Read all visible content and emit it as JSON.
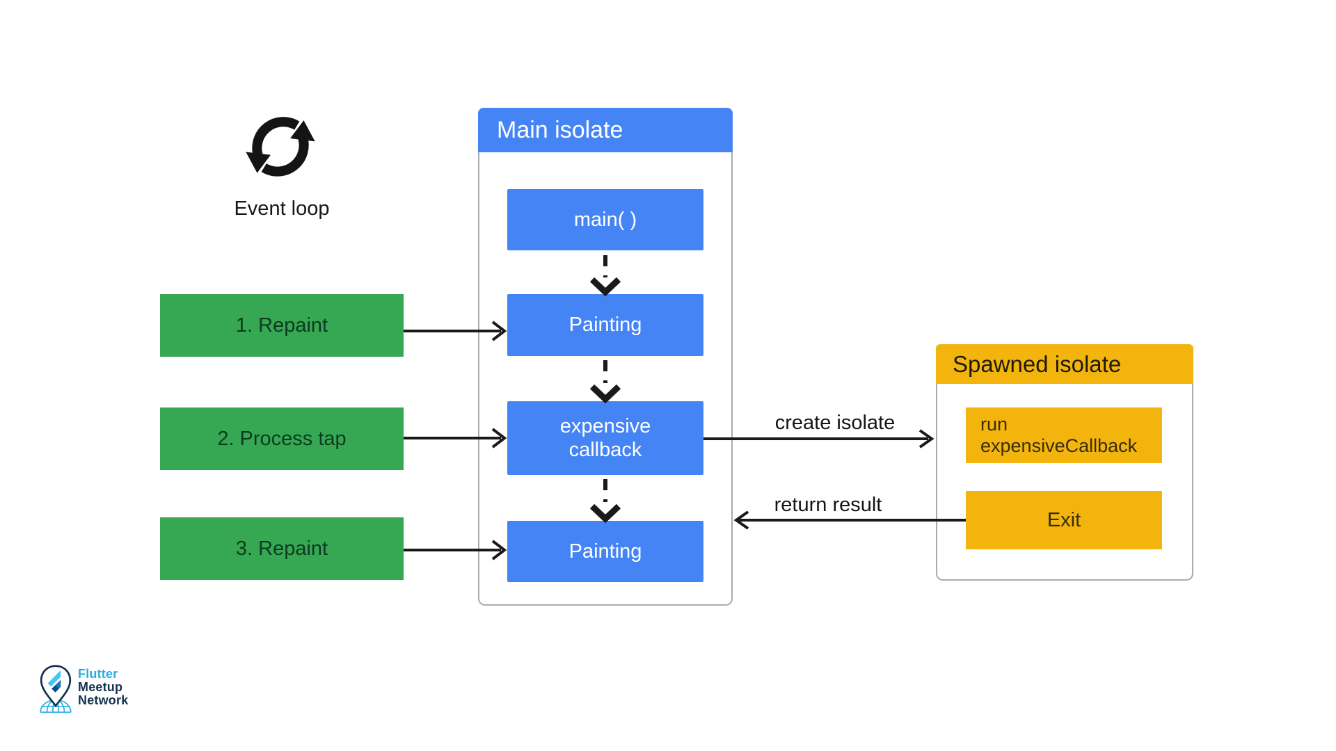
{
  "colors": {
    "blue": "#4584F4",
    "green": "#36A854",
    "amber": "#F3B40E",
    "green_text": "#0D3A1E",
    "amber_text": "#3A2D04",
    "frame_border": "#A8ACB0",
    "arrow": "#1A1A1A",
    "logo_light_blue": "#29ABE2",
    "logo_navy": "#16324F"
  },
  "event_loop": {
    "icon": "loop-icon",
    "label": "Event loop"
  },
  "event_queue": {
    "items": [
      {
        "label": "1. Repaint"
      },
      {
        "label": "2. Process tap"
      },
      {
        "label": "3. Repaint"
      }
    ]
  },
  "main_isolate": {
    "title": "Main isolate",
    "steps": [
      {
        "label": "main( )"
      },
      {
        "label": "Painting"
      },
      {
        "label": "expensive\ncallback"
      },
      {
        "label": "Painting"
      }
    ]
  },
  "spawned_isolate": {
    "title": "Spawned isolate",
    "steps": [
      {
        "label": "run\nexpensiveCallback"
      },
      {
        "label": "Exit"
      }
    ]
  },
  "edges": {
    "create_isolate_label": "create isolate",
    "return_result_label": "return result"
  },
  "logo": {
    "icon": "flutter-meetup-logo",
    "line1": "Flutter",
    "line2": "Meetup",
    "line3": "Network"
  }
}
